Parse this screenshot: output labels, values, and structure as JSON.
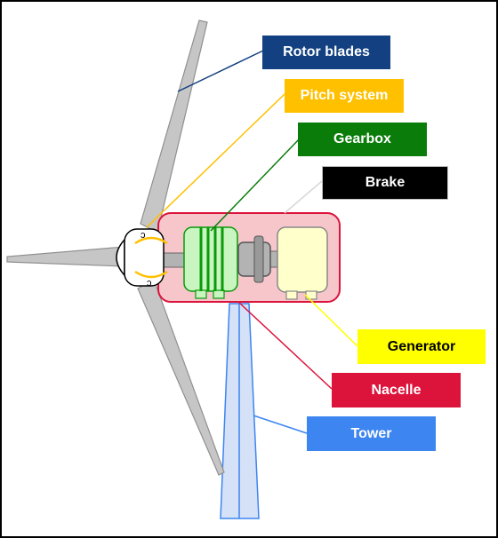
{
  "labels": {
    "rotor_blades": {
      "text": "Rotor blades",
      "bg": "#124080",
      "fg": "#ffffff",
      "line": "#124080"
    },
    "pitch_system": {
      "text": "Pitch system",
      "bg": "#ffc000",
      "fg": "#ffffff",
      "line": "#ffc000"
    },
    "gearbox": {
      "text": "Gearbox",
      "bg": "#0a7c0a",
      "fg": "#ffffff",
      "line": "#0a7c0a"
    },
    "brake": {
      "text": "Brake",
      "bg": "#000000",
      "fg": "#ffffff",
      "line": "#d8d8d8"
    },
    "generator": {
      "text": "Generator",
      "bg": "#ffff00",
      "fg": "#000000",
      "line": "#ffff00"
    },
    "nacelle": {
      "text": "Nacelle",
      "bg": "#dc143c",
      "fg": "#ffffff",
      "line": "#dc143c"
    },
    "tower": {
      "text": "Tower",
      "bg": "#3d85f0",
      "fg": "#ffffff",
      "line": "#3d85f0"
    }
  },
  "colors": {
    "blade_fill": "#c6c6c6",
    "blade_stroke": "#909090",
    "nacelle_fill": "#f6c6cb",
    "nacelle_stroke": "#dc143c",
    "gearbox_fill": "#c8f5c0",
    "gearbox_stroke": "#0a9a0a",
    "shaft_fill": "#b3b3b3",
    "generator_fill": "#ffffcc",
    "tower_fill": "#d4e1f7",
    "tower_stroke": "#3d85f0",
    "pitch_arc": "#ffc000",
    "frame": "#000000"
  },
  "pitch_marks": [
    "ↄ",
    "ↄ"
  ]
}
